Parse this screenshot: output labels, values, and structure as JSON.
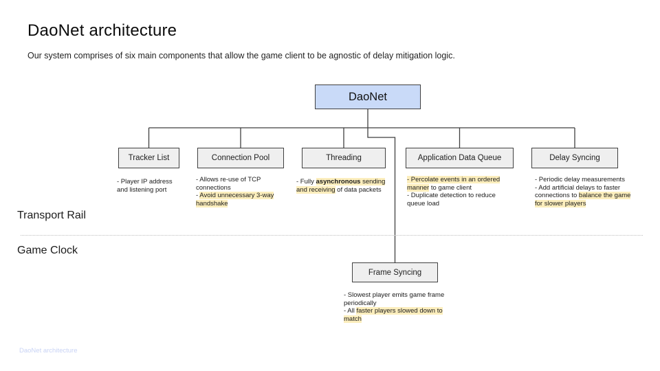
{
  "slide": {
    "title": "DaoNet architecture",
    "subtitle": "Our system comprises of six main components that allow the game client to be agnostic of delay mitigation logic.",
    "footer": "DaoNet architecture"
  },
  "colors": {
    "root_fill": "#c9daf8",
    "node_fill": "#efefef",
    "node_border": "#3f3f3f",
    "connector": "#3f3f3f",
    "highlight": "#fceebd",
    "divider": "#bdbdbd",
    "footer_text": "#c8d3f5"
  },
  "root": {
    "label": "DaoNet"
  },
  "rails": {
    "top_label": "Transport Rail",
    "bottom_label": "Game Clock"
  },
  "components": [
    {
      "label": "Tracker List",
      "notes": [
        [
          {
            "t": "- Player IP address"
          }
        ],
        [
          {
            "t": "and listening port"
          }
        ]
      ]
    },
    {
      "label": "Connection Pool",
      "notes": [
        [
          {
            "t": "- Allows re-use of TCP"
          }
        ],
        [
          {
            "t": "connections"
          }
        ],
        [
          {
            "t": "- "
          },
          {
            "t": "Avoid unnecessary 3-way",
            "h": true
          }
        ],
        [
          {
            "t": "handshake",
            "h": true
          }
        ]
      ]
    },
    {
      "label": "Threading",
      "notes": [
        [
          {
            "t": "- Fully "
          },
          {
            "t": "asynchronous",
            "h": true,
            "b": true
          },
          {
            "t": " sending",
            "h": true
          }
        ],
        [
          {
            "t": "and receiving",
            "h": true
          },
          {
            "t": " of data packets"
          }
        ]
      ]
    },
    {
      "label": "Application Data Queue",
      "notes": [
        [
          {
            "t": "- Percolate events in an ordered",
            "h": true
          }
        ],
        [
          {
            "t": "manner",
            "h": true
          },
          {
            "t": " to game client"
          }
        ],
        [
          {
            "t": "- Duplicate detection to reduce"
          }
        ],
        [
          {
            "t": "queue load"
          }
        ]
      ]
    },
    {
      "label": "Delay Syncing",
      "notes": [
        [
          {
            "t": "- Periodic delay measurements"
          }
        ],
        [
          {
            "t": "- Add artificial delays to faster"
          }
        ],
        [
          {
            "t": "connections to "
          },
          {
            "t": "balance the game",
            "h": true
          }
        ],
        [
          {
            "t": "for slower players",
            "h": true
          }
        ]
      ]
    },
    {
      "label": "Frame Syncing",
      "notes": [
        [
          {
            "t": "- Slowest player emits game frame"
          }
        ],
        [
          {
            "t": "periodically"
          }
        ],
        [
          {
            "t": "- All "
          },
          {
            "t": "faster players slowed down to",
            "h": true
          }
        ],
        [
          {
            "t": "match",
            "h": true
          }
        ]
      ]
    }
  ]
}
